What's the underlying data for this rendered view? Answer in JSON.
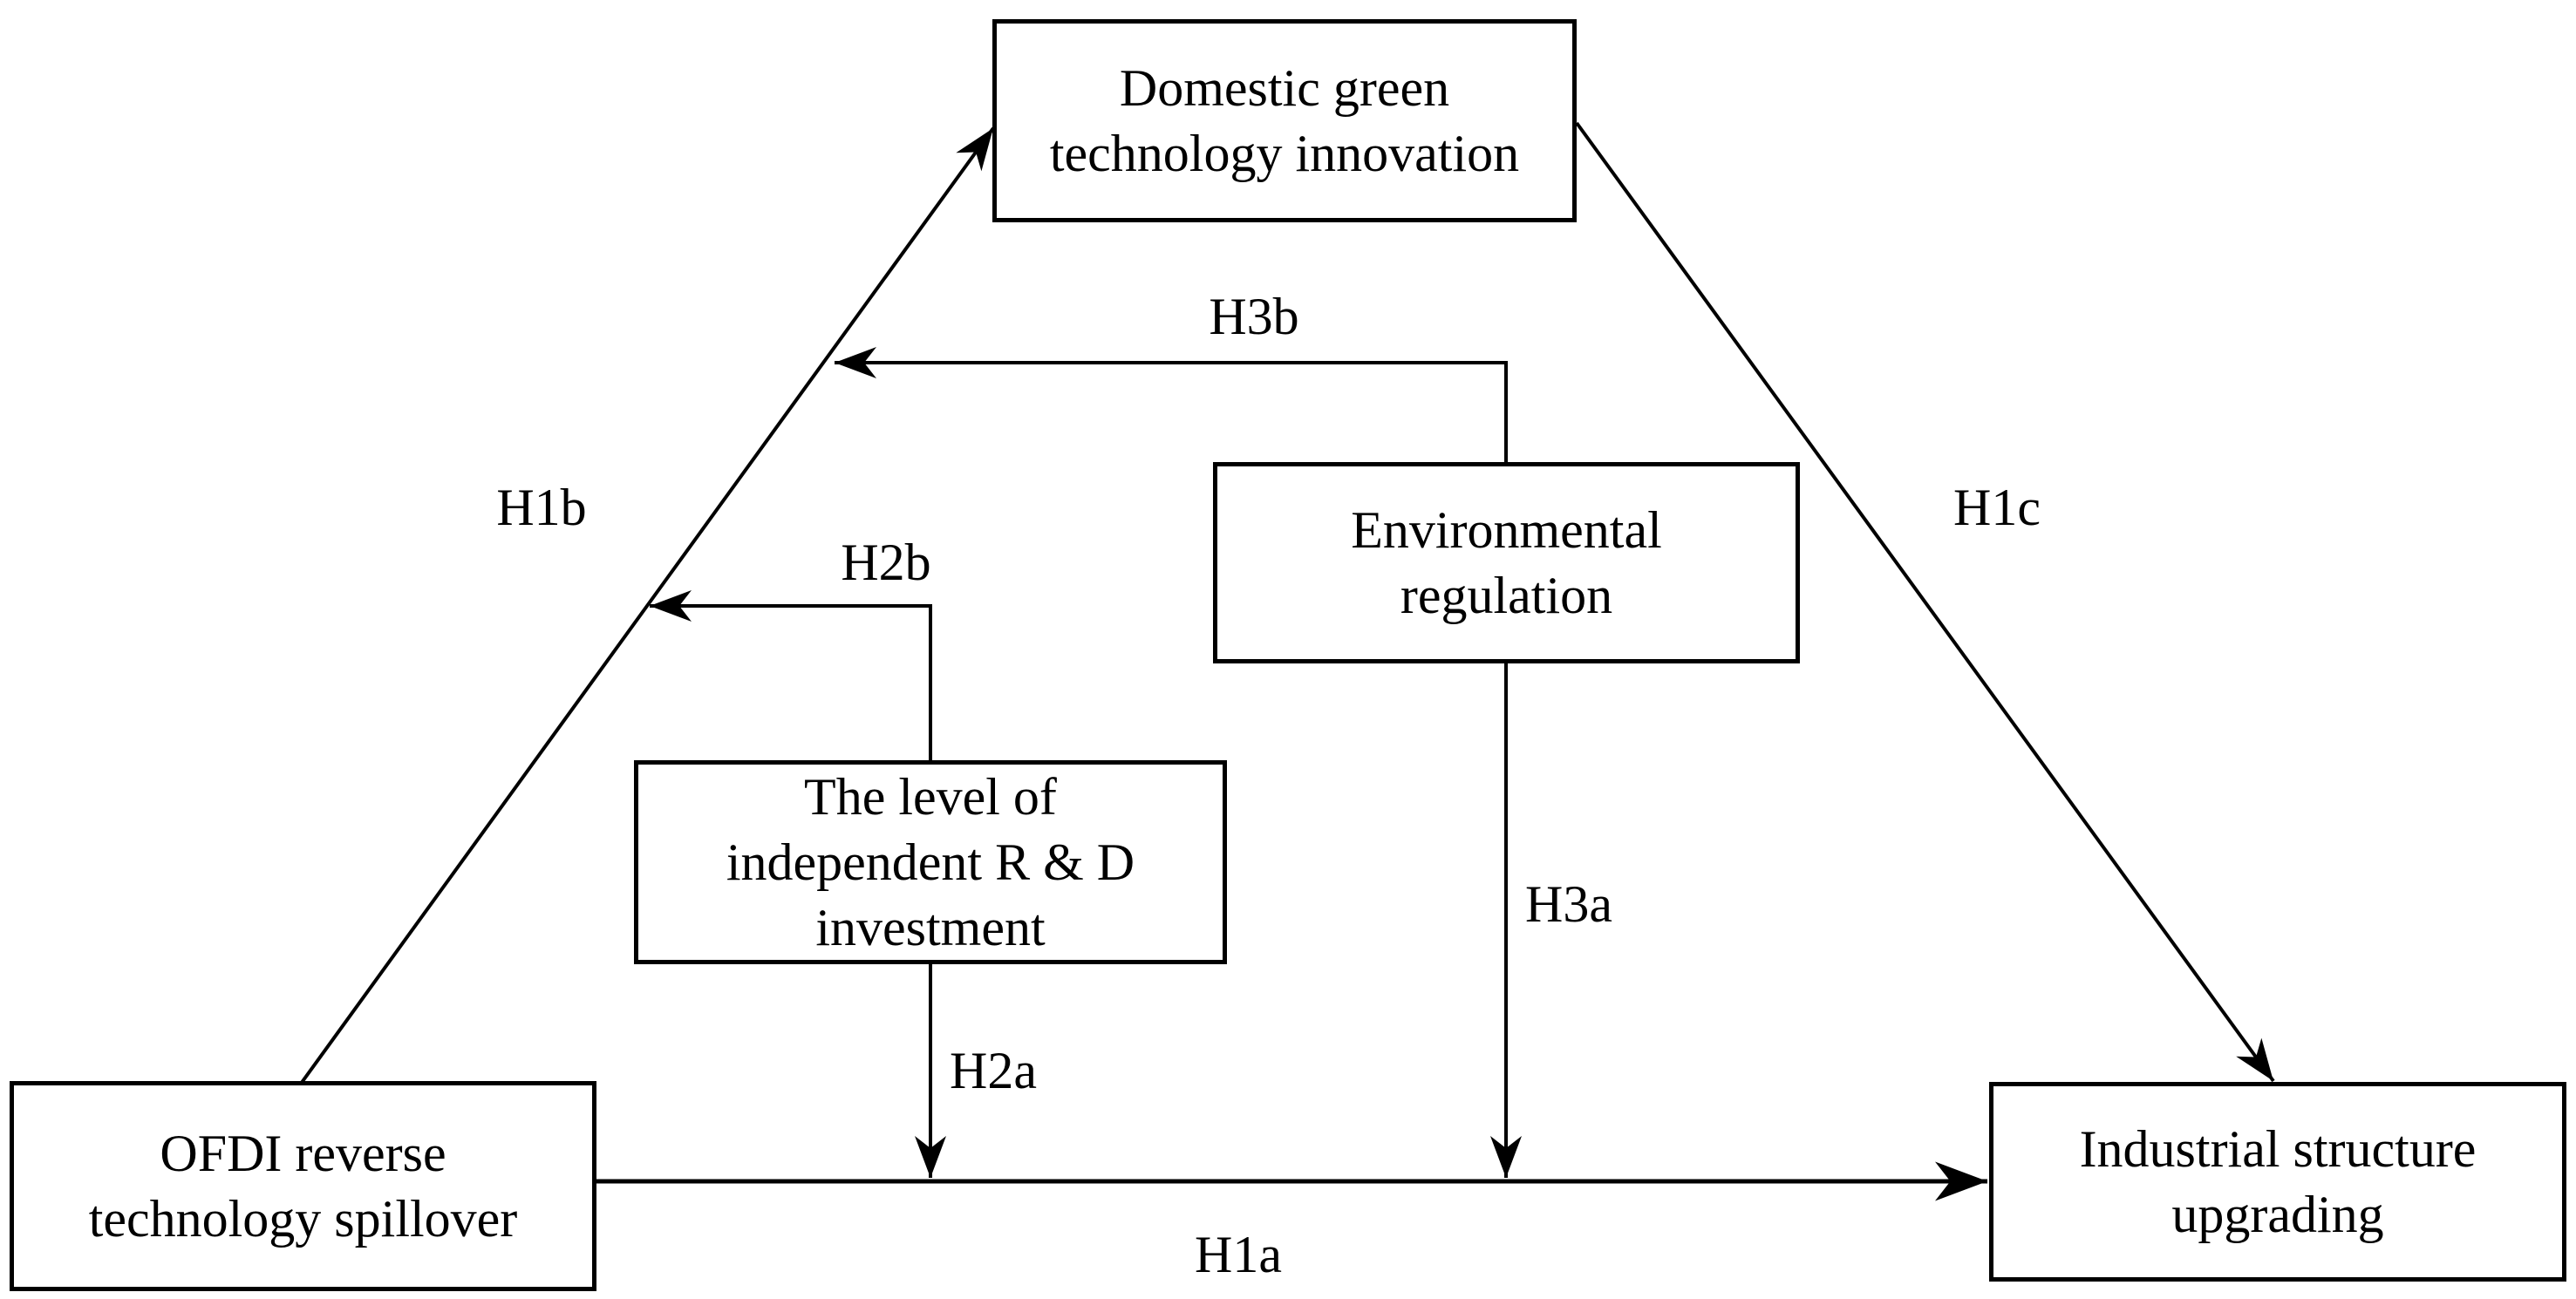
{
  "diagram": {
    "nodes": {
      "domestic_green": {
        "label": "Domestic green\ntechnology innovation"
      },
      "environmental": {
        "label": "Environmental\nregulation"
      },
      "rd_investment": {
        "label": "The level of\nindependent R & D\ninvestment"
      },
      "ofdi": {
        "label": "OFDI reverse\ntechnology spillover"
      },
      "industrial": {
        "label": "Industrial structure\nupgrading"
      }
    },
    "hypotheses": {
      "h1a": "H1a",
      "h1b": "H1b",
      "h1c": "H1c",
      "h2a": "H2a",
      "h2b": "H2b",
      "h3a": "H3a",
      "h3b": "H3b"
    },
    "edges": [
      {
        "from": "ofdi",
        "to": "domestic_green",
        "label_key": "h1b"
      },
      {
        "from": "domestic_green",
        "to": "industrial",
        "label_key": "h1c"
      },
      {
        "from": "ofdi",
        "to": "industrial",
        "label_key": "h1a"
      },
      {
        "from": "rd_investment",
        "to": "edge-ofdi-domestic",
        "label_key": "h2b"
      },
      {
        "from": "rd_investment",
        "to": "edge-ofdi-industrial",
        "label_key": "h2a"
      },
      {
        "from": "environmental",
        "to": "edge-ofdi-domestic",
        "label_key": "h3b"
      },
      {
        "from": "environmental",
        "to": "edge-ofdi-industrial",
        "label_key": "h3a"
      }
    ],
    "colors": {
      "line": "#000000",
      "text": "#000000",
      "box_border": "#000000",
      "background": "#ffffff"
    }
  }
}
